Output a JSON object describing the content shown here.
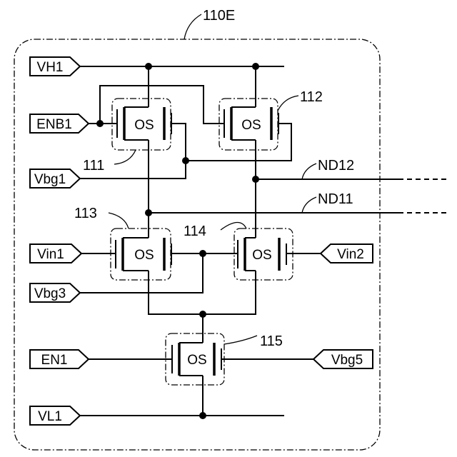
{
  "module_label": "110E",
  "terminals": {
    "vh1": "VH1",
    "enb1": "ENB1",
    "vbg1": "Vbg1",
    "vin1": "Vin1",
    "vbg3": "Vbg3",
    "en1": "EN1",
    "vl1": "VL1",
    "vin2": "Vin2",
    "vbg5": "Vbg5"
  },
  "nodes": {
    "nd12": "ND12",
    "nd11": "ND11"
  },
  "transistors": [
    {
      "ref": "111",
      "type": "OS"
    },
    {
      "ref": "112",
      "type": "OS"
    },
    {
      "ref": "113",
      "type": "OS"
    },
    {
      "ref": "114",
      "type": "OS"
    },
    {
      "ref": "115",
      "type": "OS"
    }
  ]
}
